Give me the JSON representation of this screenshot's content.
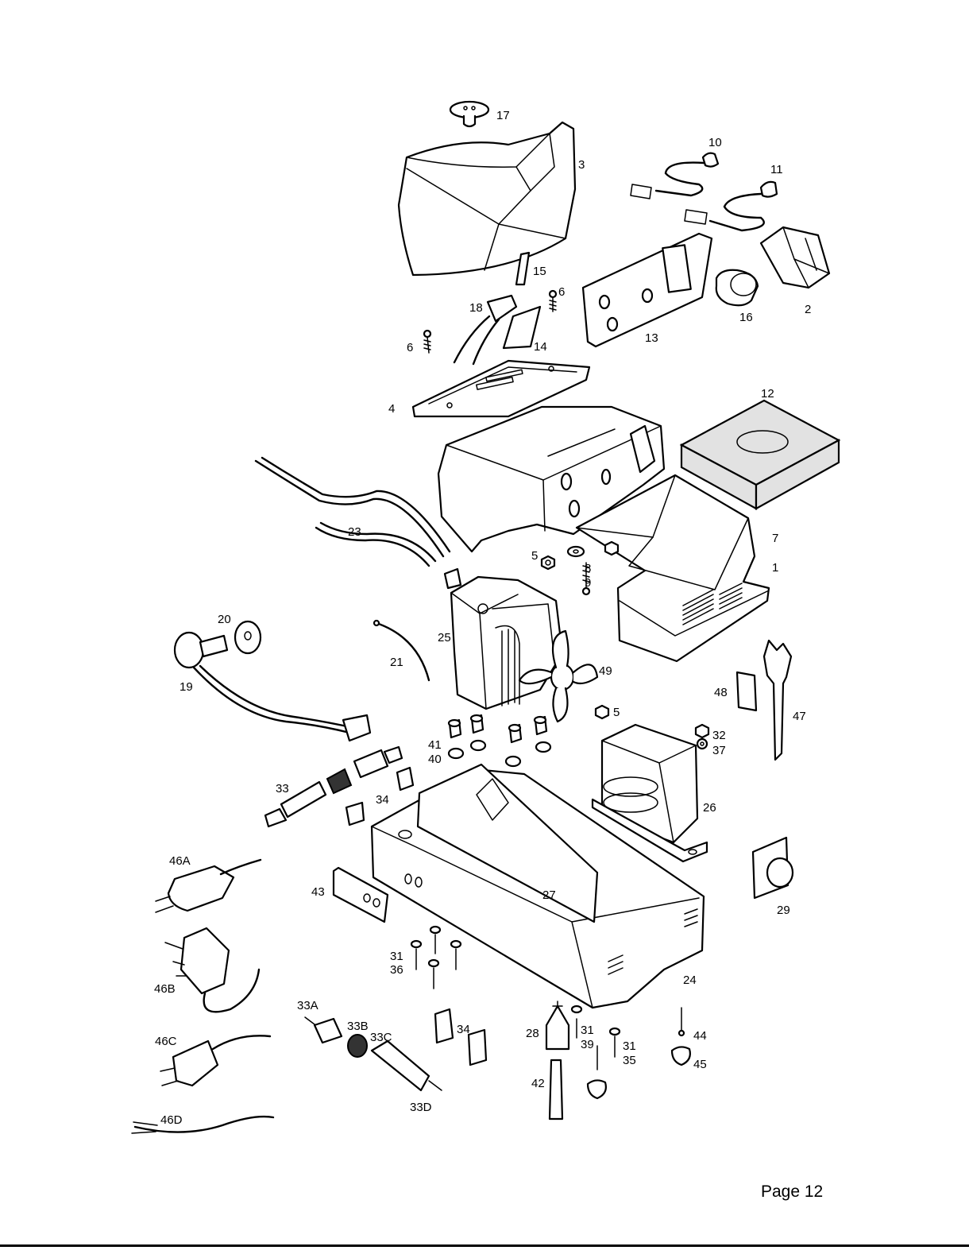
{
  "page": {
    "number": "Page 12"
  },
  "labels": {
    "1": "1",
    "2": "2",
    "3": "3",
    "4": "4",
    "5": "5",
    "6": "6",
    "7": "7",
    "8": "8",
    "9": "9",
    "10": "10",
    "11": "11",
    "12": "12",
    "13": "13",
    "14": "14",
    "15": "15",
    "16": "16",
    "17": "17",
    "18": "18",
    "19": "19",
    "20": "20",
    "21": "21",
    "23": "23",
    "24": "24",
    "25": "25",
    "26": "26",
    "27": "27",
    "28": "28",
    "29": "29",
    "31": "31",
    "32": "32",
    "33": "33",
    "34": "34",
    "35": "35",
    "36": "36",
    "37": "37",
    "39": "39",
    "40": "40",
    "41": "41",
    "42": "42",
    "43": "43",
    "44": "44",
    "45": "45",
    "47": "47",
    "48": "48",
    "49": "49",
    "33A": "33A",
    "33B": "33B",
    "33C": "33C",
    "33D": "33D",
    "46A": "46A",
    "46B": "46B",
    "46C": "46C",
    "46D": "46D"
  }
}
